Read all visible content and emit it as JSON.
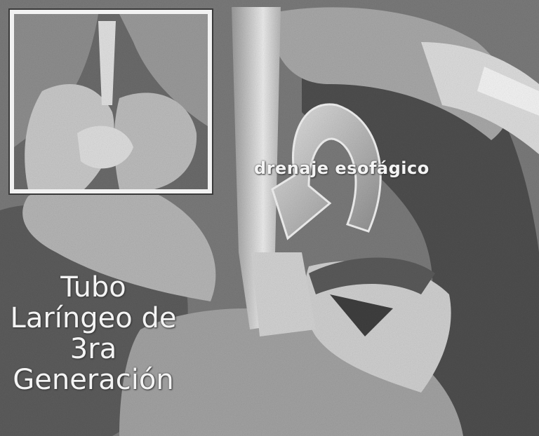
{
  "labels": {
    "esophageal_drain": "drenaje esofágico",
    "device_line1": "Tubo",
    "device_line2": "Laríngeo de",
    "device_line3": "3ra",
    "device_line4": "Generación"
  },
  "colors": {
    "label_text": "#f4f4f4",
    "inset_border": "#f2f2f2",
    "tube": "#d9d9d9",
    "arrow": "#bdbdbd"
  }
}
